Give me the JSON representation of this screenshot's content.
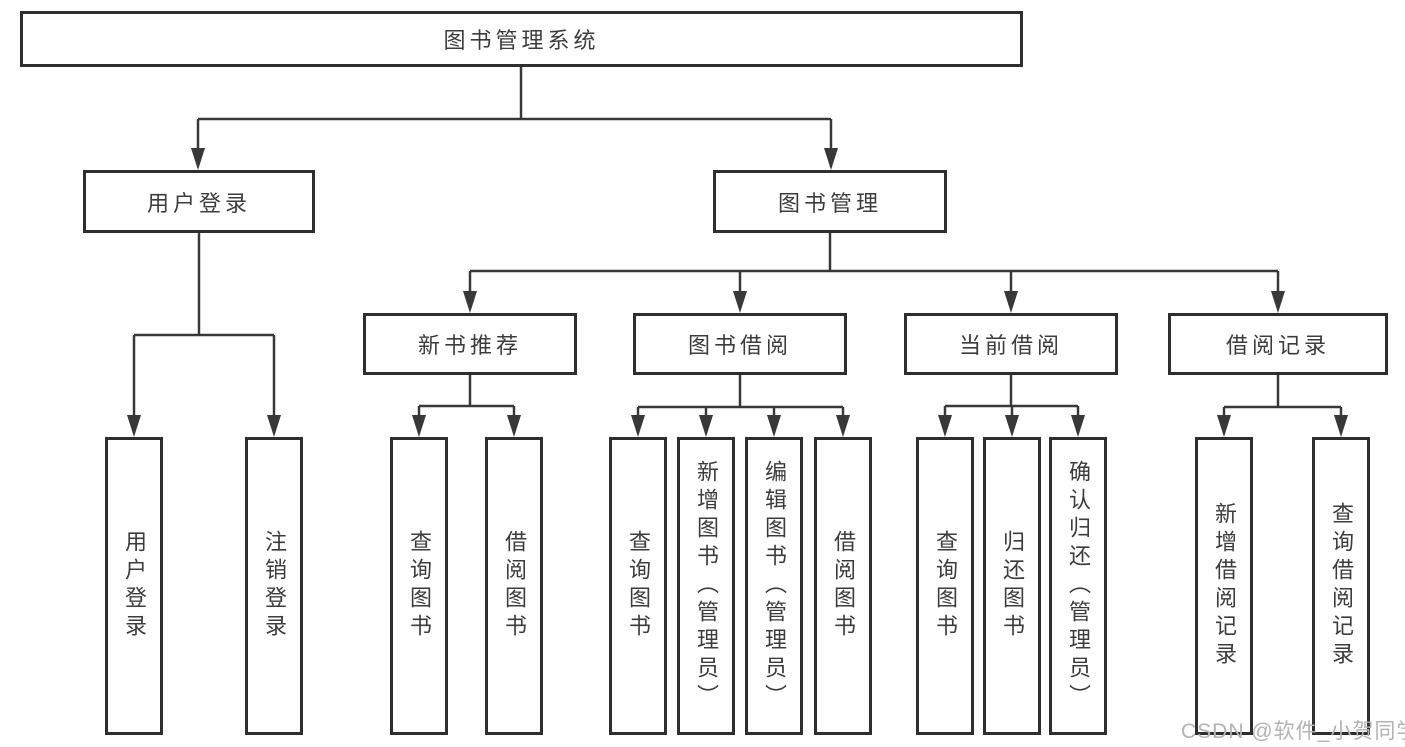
{
  "tree": {
    "label": "图书管理系统",
    "children": [
      {
        "label": "用户登录",
        "children": [
          {
            "label": "用户登录"
          },
          {
            "label": "注销登录"
          }
        ]
      },
      {
        "label": "图书管理",
        "children": [
          {
            "label": "新书推荐",
            "children": [
              {
                "label": "查询图书"
              },
              {
                "label": "借阅图书"
              }
            ]
          },
          {
            "label": "图书借阅",
            "children": [
              {
                "label": "查询图书"
              },
              {
                "label": "新增图书（管理员）"
              },
              {
                "label": "编辑图书（管理员）"
              },
              {
                "label": "借阅图书"
              }
            ]
          },
          {
            "label": "当前借阅",
            "children": [
              {
                "label": "查询图书"
              },
              {
                "label": "归还图书"
              },
              {
                "label": "确认归还（管理员）"
              }
            ]
          },
          {
            "label": "借阅记录",
            "children": [
              {
                "label": "新增借阅记录"
              },
              {
                "label": "查询借阅记录"
              }
            ]
          }
        ]
      }
    ]
  },
  "watermark": {
    "text": "CSDN @软件_小贺同学"
  },
  "colors": {
    "background": "#ffffff",
    "line": "#383838",
    "box_border": "#2e2e2e",
    "text": "#3c3c3c",
    "watermark": "#b3b3b3"
  }
}
